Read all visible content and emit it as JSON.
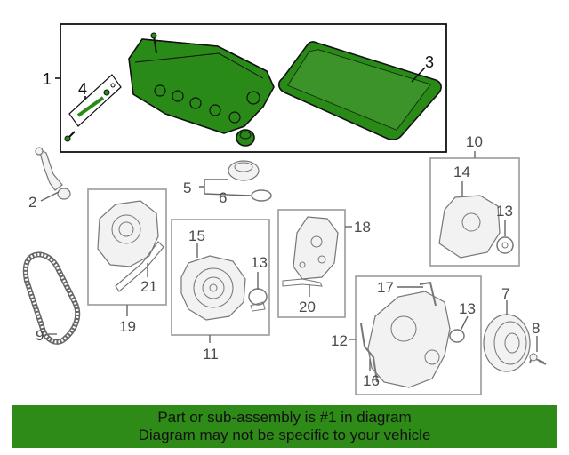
{
  "callouts": {
    "c1": "1",
    "c2": "2",
    "c3": "3",
    "c4": "4",
    "c5": "5",
    "c6": "6",
    "c7": "7",
    "c8": "8",
    "c9": "9",
    "c10": "10",
    "c11": "11",
    "c12": "12",
    "c13a": "13",
    "c13b": "13",
    "c13c": "13",
    "c14": "14",
    "c15": "15",
    "c16": "16",
    "c17": "17",
    "c18": "18",
    "c19": "19",
    "c20": "20",
    "c21": "21"
  },
  "banner": {
    "line1": "Part or sub-assembly is #1 in diagram",
    "line2": "Diagram may not be specific to your vehicle"
  },
  "colors": {
    "highlight": "#2e8b17",
    "outline": "#111111"
  }
}
